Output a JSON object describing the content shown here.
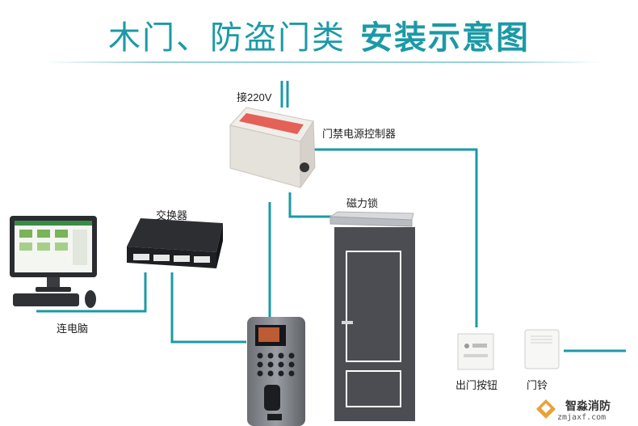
{
  "title": {
    "part1": "木门、防盗门类",
    "part2": "安装示意图"
  },
  "labels": {
    "power_input": "接220V",
    "power_controller": "门禁电源控制器",
    "magnetic_lock": "磁力锁",
    "switch": "交换器",
    "computer": "连电脑",
    "exit_button": "出门按钮",
    "doorbell": "门铃"
  },
  "watermark": {
    "name": "智淼消防",
    "url": "zmjaxf.com"
  },
  "colors": {
    "accent": "#1b9aa6",
    "wire": "#1b9aa6",
    "door": "#4b4d52"
  }
}
